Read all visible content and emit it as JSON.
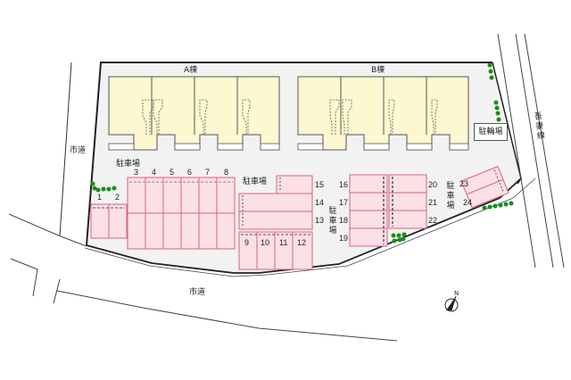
{
  "map": {
    "type": "apartment-site-plan",
    "colors": {
      "site_fill": "#f2f2f2",
      "building_fill": "#fdf8cf",
      "parking_fill": "#fbe0e6",
      "parking_stroke": "#d9637a",
      "tree": "#1a8c1a",
      "boundary": "#222222"
    },
    "buildings": [
      {
        "id": "A",
        "label": "A棟",
        "units": 4
      },
      {
        "id": "B",
        "label": "B棟",
        "units": 4
      }
    ],
    "facilities": {
      "bicycle_parking": "駐輪場"
    },
    "parking_labels": {
      "left": "駐車場",
      "center": "駐車場",
      "center_vertical": "駐車場",
      "right_vertical": "駐車場"
    },
    "parking_spaces": {
      "row_small": [
        "1",
        "2"
      ],
      "row_top": [
        "3",
        "4",
        "5",
        "6",
        "7",
        "8"
      ],
      "row_bottom": [
        "9",
        "10",
        "11",
        "12"
      ],
      "stack_center": [
        "15",
        "14",
        "13"
      ],
      "stack_left": [
        "16",
        "17",
        "18",
        "19"
      ],
      "stack_right": [
        "20",
        "21",
        "22"
      ],
      "angled": [
        "23",
        "24"
      ]
    },
    "roads": {
      "west": "市道",
      "south": "市道",
      "east": "吾妻線"
    },
    "compass": {
      "label": "N",
      "icon": "north-arrow-icon"
    }
  }
}
